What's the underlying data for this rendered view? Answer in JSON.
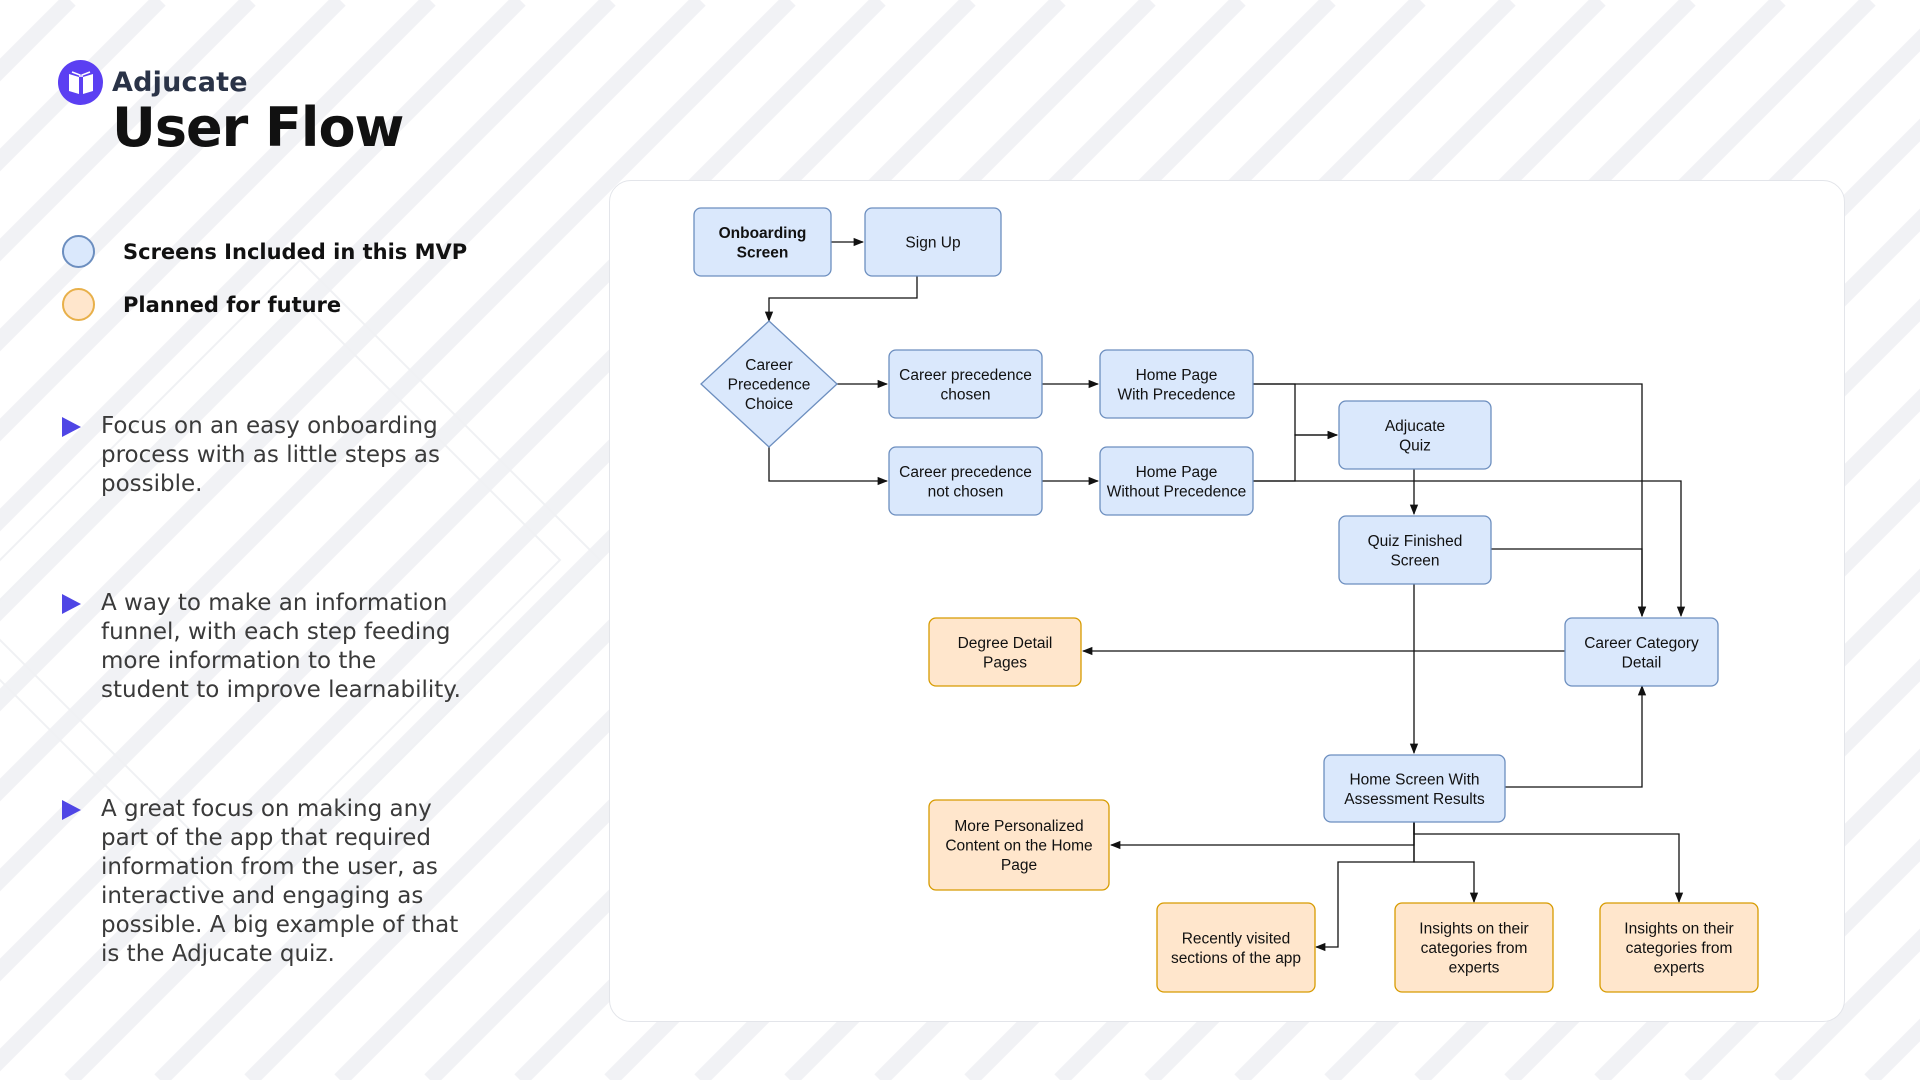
{
  "brand": {
    "name": "Adjucate"
  },
  "page": {
    "title": "User Flow"
  },
  "colors": {
    "mvp_fill": "#dae8fc",
    "mvp_stroke": "#6c8ebf",
    "future_fill": "#ffe6cc",
    "future_stroke": "#d79b00",
    "accent": "#4f46e5"
  },
  "legend": [
    {
      "label": "Screens Included in this MVP",
      "color": "#dae8fc",
      "border": "#6c8ebf"
    },
    {
      "label": "Planned for future",
      "color": "#ffe6cc",
      "border": "#e8b04a"
    }
  ],
  "bullets": [
    {
      "text": "Focus on an easy onboarding process with as little steps as possible."
    },
    {
      "text": "A way to make an information funnel, with each step feeding more information to the student to improve learnability."
    },
    {
      "text": "A great focus on making any part of the app that required information from the user, as interactive and engaging as possible. A big example of that is the Adjucate quiz."
    }
  ],
  "flow": {
    "nodes": {
      "onboarding": {
        "lines": [
          "Onboarding",
          "Screen"
        ],
        "status": "mvp"
      },
      "signup": {
        "lines": [
          "Sign Up"
        ],
        "status": "mvp"
      },
      "career_choice": {
        "lines": [
          "Career",
          "Precedence",
          "Choice"
        ],
        "status": "mvp"
      },
      "precedence_chosen": {
        "lines": [
          "Career precedence",
          "chosen"
        ],
        "status": "mvp"
      },
      "precedence_not_chosen": {
        "lines": [
          "Career precedence",
          "not chosen"
        ],
        "status": "mvp"
      },
      "home_with": {
        "lines": [
          "Home Page",
          "With Precedence"
        ],
        "status": "mvp"
      },
      "home_without": {
        "lines": [
          "Home Page",
          "Without Precedence"
        ],
        "status": "mvp"
      },
      "quiz": {
        "lines": [
          "Adjucate",
          "Quiz"
        ],
        "status": "mvp"
      },
      "quiz_finished": {
        "lines": [
          "Quiz Finished",
          "Screen"
        ],
        "status": "mvp"
      },
      "career_category": {
        "lines": [
          "Career Category",
          "Detail"
        ],
        "status": "mvp"
      },
      "degree_detail": {
        "lines": [
          "Degree Detail",
          "Pages"
        ],
        "status": "future"
      },
      "home_results": {
        "lines": [
          "Home Screen With",
          "Assessment Results"
        ],
        "status": "mvp"
      },
      "personalized": {
        "lines": [
          "More Personalized",
          "Content on the Home",
          "Page"
        ],
        "status": "future"
      },
      "recently_visited": {
        "lines": [
          "Recently visited",
          "sections of the app"
        ],
        "status": "future"
      },
      "insights_1": {
        "lines": [
          "Insights on their",
          "categories from",
          "experts"
        ],
        "status": "future"
      },
      "insights_2": {
        "lines": [
          "Insights on their",
          "categories from",
          "experts"
        ],
        "status": "future"
      }
    }
  }
}
